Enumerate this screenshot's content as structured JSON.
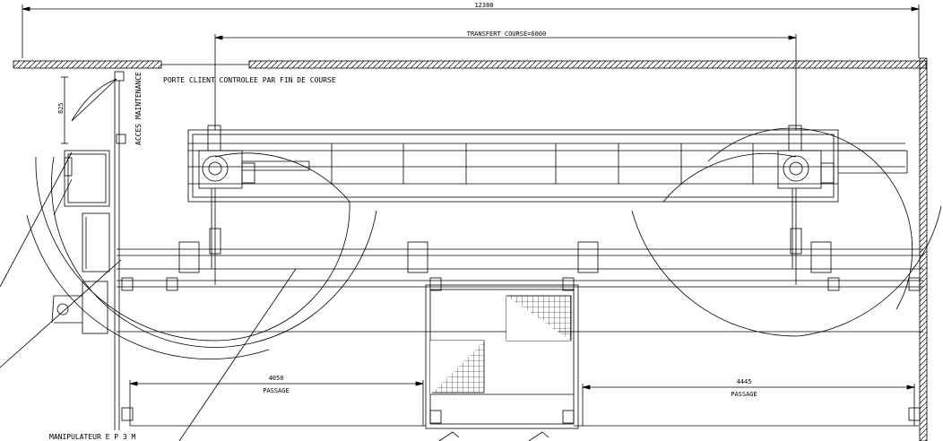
{
  "labels": {
    "overall_dim": "12380",
    "transfer_course": "TRANSFERT COURSE=6000",
    "porte_client": "PORTE CLIENT CONTROLEE PAR FIN DE COURSE",
    "acces_maintenance": "ACCES MAINTENANCE",
    "door_dim": "825",
    "passage_left_dim": "4050",
    "passage_left": "PASSAGE",
    "passage_right_dim": "4445",
    "passage_right": "PASSAGE",
    "manipulateur": "MANIPULATEUR E P 3 M"
  },
  "colors": {
    "line": "#000000",
    "background": "#ffffff"
  }
}
